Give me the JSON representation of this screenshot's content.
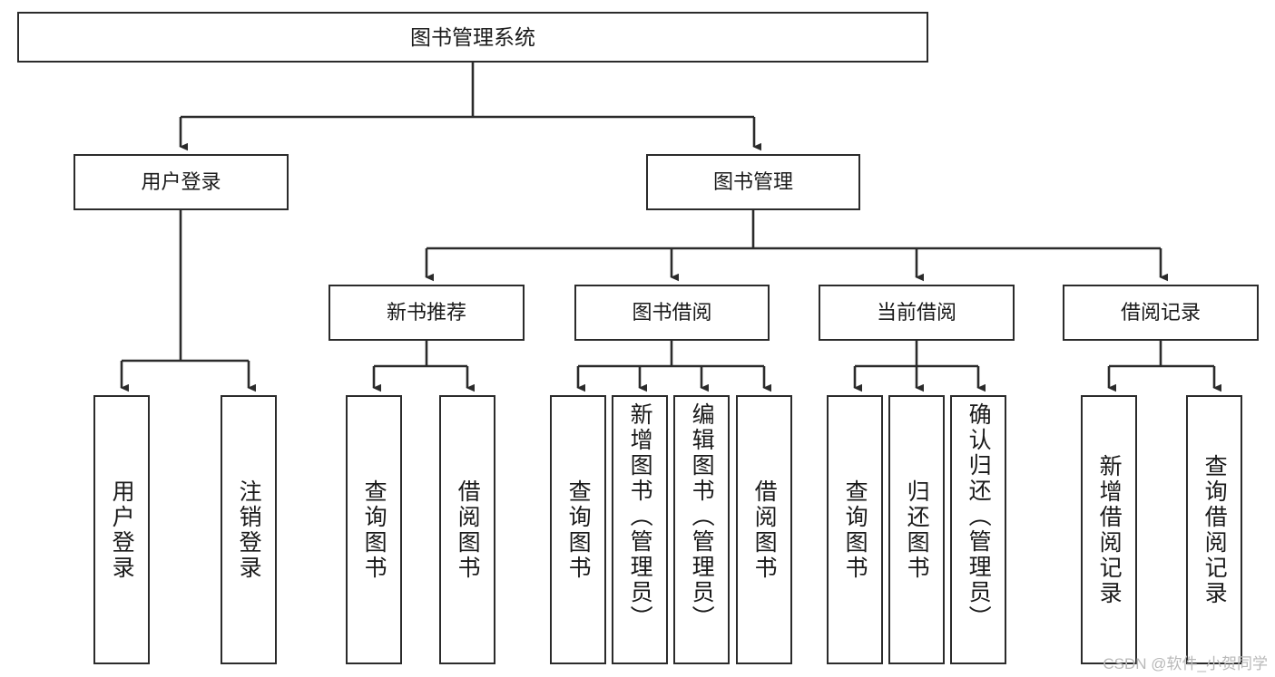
{
  "diagram": {
    "title": "图书管理系统",
    "watermark": "CSDN @软件_小贺同学",
    "levels": {
      "root": {
        "label": "图书管理系统"
      },
      "level2": [
        {
          "label": "用户登录"
        },
        {
          "label": "图书管理"
        }
      ],
      "level3": [
        {
          "label": "新书推荐"
        },
        {
          "label": "图书借阅"
        },
        {
          "label": "当前借阅"
        },
        {
          "label": "借阅记录"
        }
      ],
      "leaves": [
        {
          "label": "用户登录"
        },
        {
          "label": "注销登录"
        },
        {
          "label": "查询图书"
        },
        {
          "label": "借阅图书"
        },
        {
          "label": "查询图书"
        },
        {
          "label": "新增图书（管理员）"
        },
        {
          "label": "编辑图书（管理员）"
        },
        {
          "label": "借阅图书"
        },
        {
          "label": "查询图书"
        },
        {
          "label": "归还图书"
        },
        {
          "label": "确认归还（管理员）"
        },
        {
          "label": "新增借阅记录"
        },
        {
          "label": "查询借阅记录"
        }
      ]
    },
    "colors": {
      "stroke": "#2b2b2b",
      "background": "#ffffff",
      "text": "#1a1a1a",
      "watermark": "#b9b9b9"
    }
  }
}
